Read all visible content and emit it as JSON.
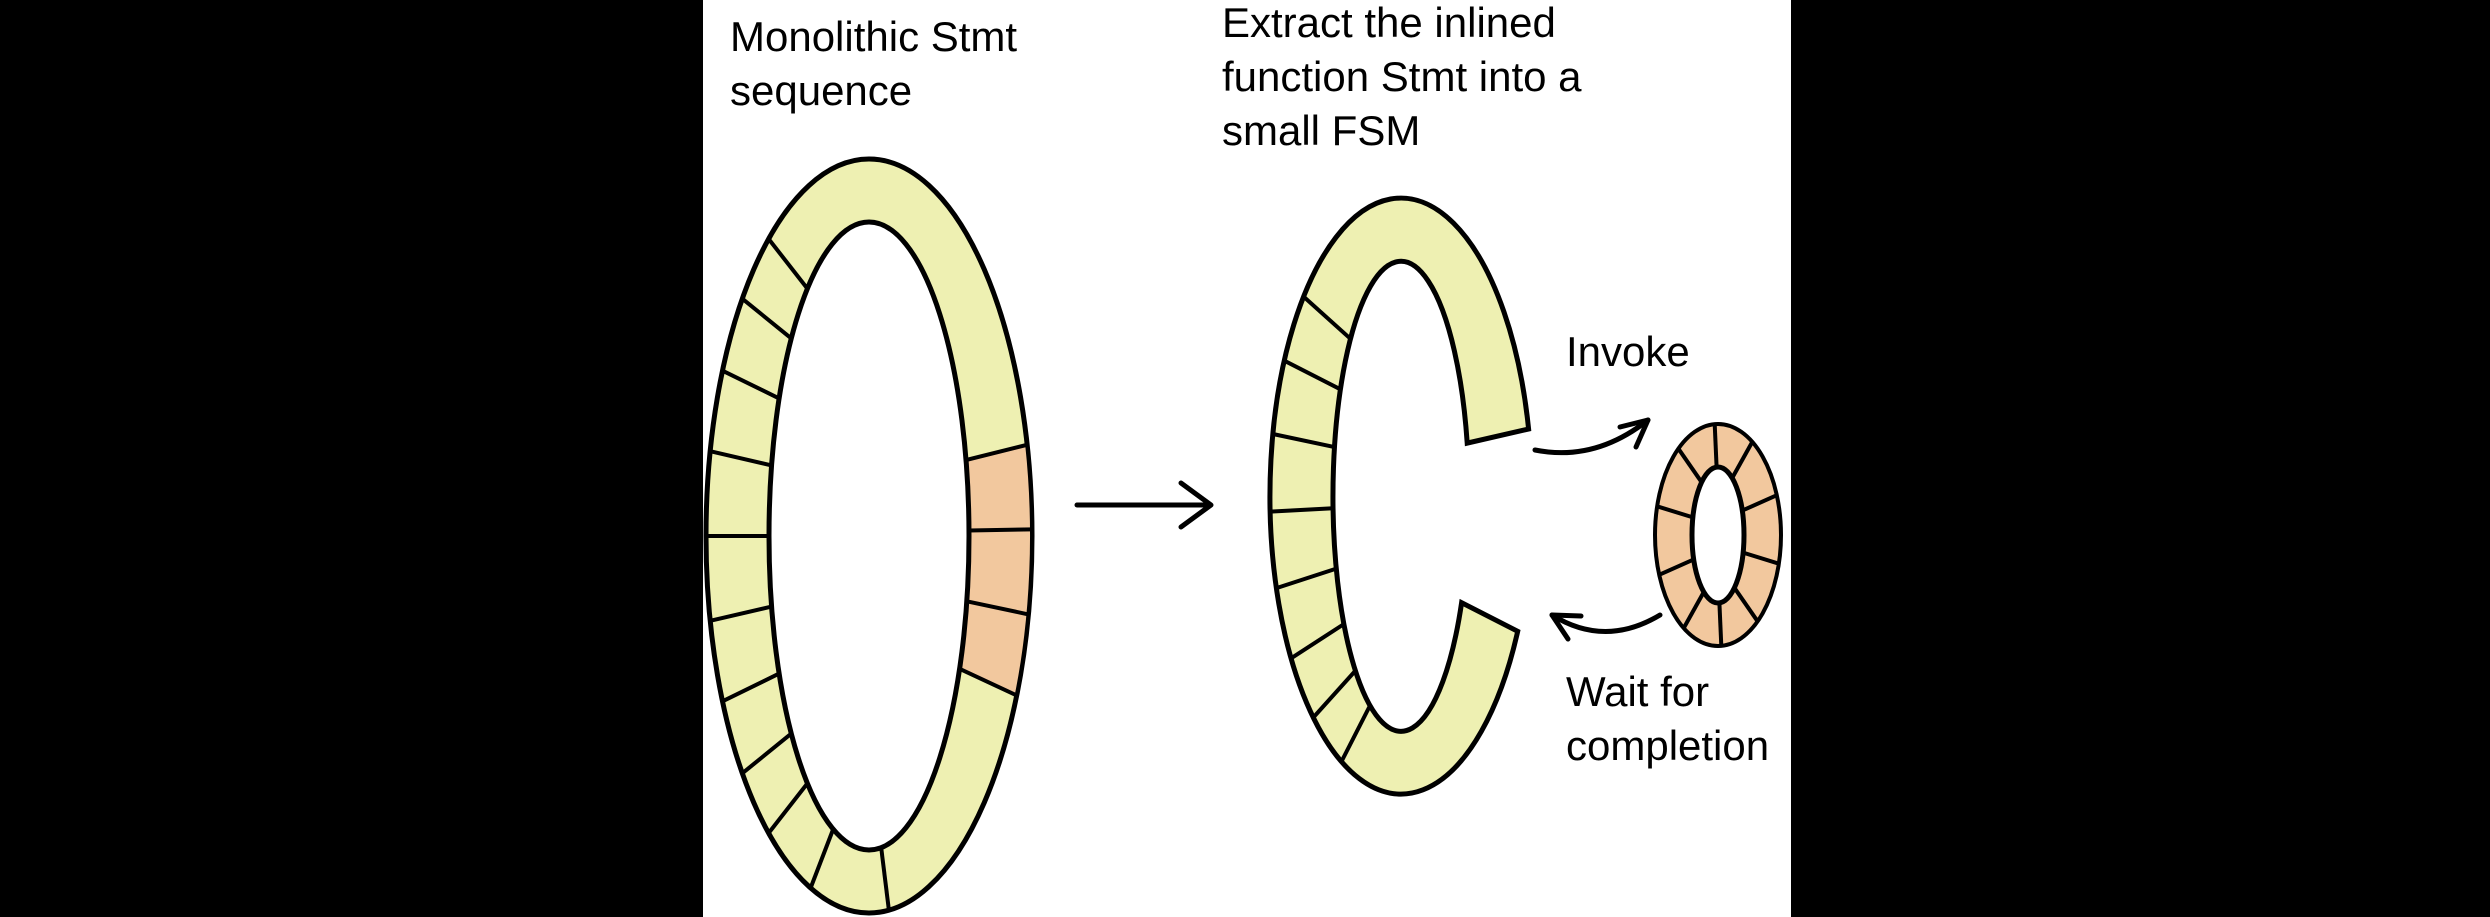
{
  "colors": {
    "background": "#000000",
    "panel": "#ffffff",
    "segment_yellow": "#eef0b2",
    "segment_orange": "#f2c89e",
    "outline": "#000000",
    "text": "#000000"
  },
  "labels": {
    "left_title": "Monolithic Stmt\nsequence",
    "right_title": "Extract the inlined\nfunction Stmt into a\nsmall FSM",
    "invoke": "Invoke",
    "wait": "Wait for\ncompletion"
  }
}
